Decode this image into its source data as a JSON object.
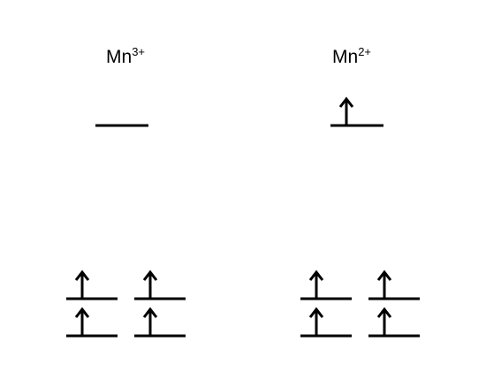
{
  "ions": [
    {
      "symbol": "Mn",
      "charge": "3+",
      "upper_levels": [
        {
          "electrons": 0
        }
      ],
      "lower_levels": [
        {
          "electrons": 1
        },
        {
          "electrons": 1
        },
        {
          "electrons": 1
        },
        {
          "electrons": 1
        }
      ]
    },
    {
      "symbol": "Mn",
      "charge": "2+",
      "upper_levels": [
        {
          "electrons": 1
        }
      ],
      "lower_levels": [
        {
          "electrons": 1
        },
        {
          "electrons": 1
        },
        {
          "electrons": 1
        },
        {
          "electrons": 1
        }
      ]
    }
  ],
  "colors": {
    "line": "#000000",
    "background": "#ffffff"
  }
}
